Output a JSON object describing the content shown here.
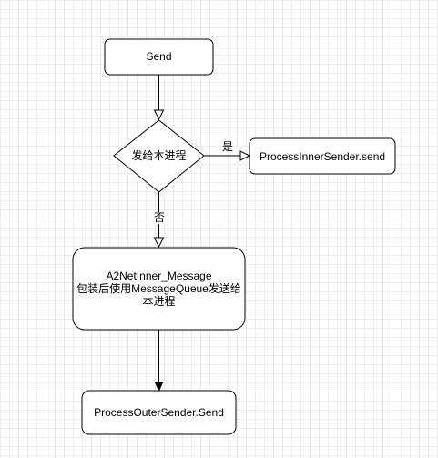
{
  "nodes": {
    "send": "Send",
    "decision": "发给本进程",
    "inner_sender": "ProcessInnerSender.send",
    "wrap_line1": "A2NetInner_Message",
    "wrap_line2": "包装后使用MessageQueue发送给",
    "wrap_line3": "本进程",
    "outer_sender": "ProcessOuterSender.Send"
  },
  "edges": {
    "yes_label": "是",
    "no_label": "否"
  }
}
